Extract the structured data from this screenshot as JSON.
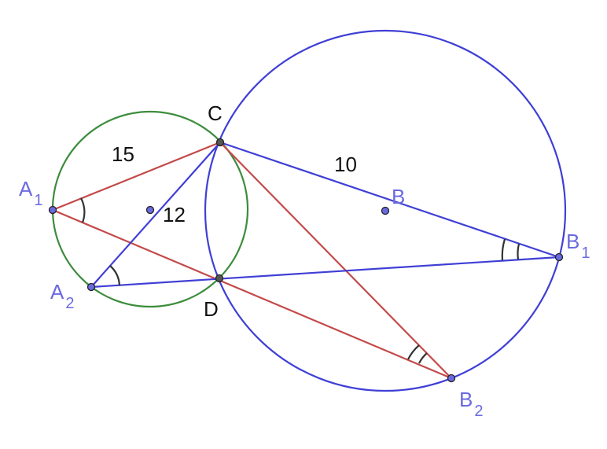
{
  "diagram": {
    "points": {
      "A1": {
        "letter": "A",
        "sub": "1"
      },
      "A2": {
        "letter": "A",
        "sub": "2"
      },
      "B1": {
        "letter": "B",
        "sub": "1"
      },
      "B2": {
        "letter": "B",
        "sub": "2"
      },
      "B": {
        "letter": "B"
      },
      "C": {
        "letter": "C"
      },
      "D": {
        "letter": "D"
      }
    },
    "numbers": {
      "n15": "15",
      "n12": "12",
      "n10": "10"
    },
    "colors": {
      "green_circle": "#3c8c3c",
      "blue": "#3f3fd6",
      "red": "#c44a4a",
      "label_blue": "#6a6ae0",
      "label_black": "#111111",
      "point_fill": "#6a6ae0",
      "angle_mark": "#333333"
    }
  }
}
